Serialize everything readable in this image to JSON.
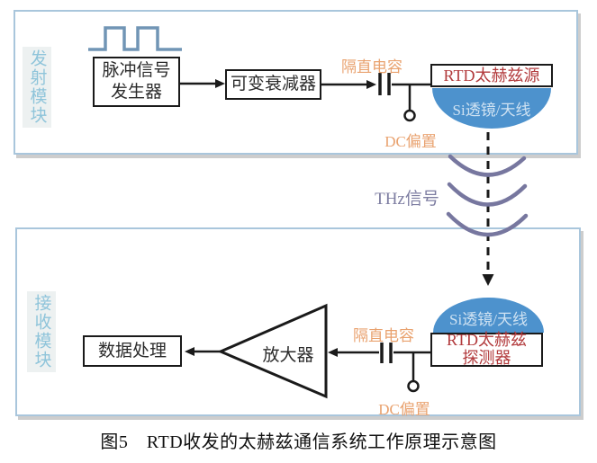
{
  "figure": {
    "caption": "图5　RTD收发的太赫兹通信系统工作原理示意图"
  },
  "transmitter": {
    "module_label": "发射模块",
    "pulse_generator_line1": "脉冲信号",
    "pulse_generator_line2": "发生器",
    "attenuator_label": "可变衰减器",
    "dc_block_label": "隔直电容",
    "dc_bias_label": "DC偏置",
    "rtd_source_label": "RTD太赫兹源",
    "lens_antenna_label": "Si透镜/天线"
  },
  "channel": {
    "signal_label": "THz信号"
  },
  "receiver": {
    "module_label": "接收模块",
    "data_processing_label": "数据处理",
    "amplifier_label": "放大器",
    "dc_block_label": "隔直电容",
    "dc_bias_label": "DC偏置",
    "rtd_detector_line1": "RTD太赫兹",
    "rtd_detector_line2": "探测器",
    "lens_antenna_label": "Si透镜/天线"
  },
  "icons": {
    "pulse_waveform": "square-pulse-train",
    "capacitor": "dc-block-capacitor",
    "dc_terminal": "open-circle-terminal",
    "amplifier": "left-pointing-triangle",
    "thz_waves": "three-downward-wavefronts",
    "propagation": "dashed-down-arrow"
  },
  "colors": {
    "module_border": "#a9c6dc",
    "module_label_text": "#8ec4da",
    "module_label_bg": "#edf1f1",
    "accent_orange": "#e9a26f",
    "accent_dark_red": "#b23a3c",
    "lens_blue": "#4d92cd",
    "lens_text": "#cfe2f2",
    "wave_purple": "#77779f",
    "thz_text_purple": "#7d7da1",
    "pulse_blue": "#7195b5",
    "wire_black": "#1a1a1a"
  }
}
